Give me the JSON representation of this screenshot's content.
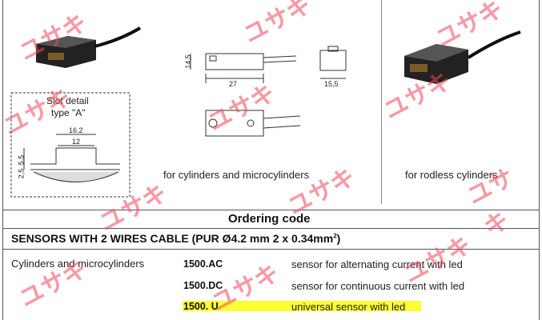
{
  "figure": {
    "slot_detail_label": "Slot detail\ntype \"A\"",
    "slot_detail_line1": "Slot detail",
    "slot_detail_line2": "type \"A\"",
    "dimensions": {
      "height_14_5": "14,5",
      "length_27": "27",
      "width_15_5": "15,5",
      "slot_16_2": "16.2",
      "slot_12": "12",
      "slot_5_5": "5,5",
      "slot_2_5": "2,5"
    },
    "caption_cylinders": "for cylinders and microcylinders",
    "caption_rodless": "for rodless cylinders"
  },
  "ordering": {
    "title": "Ordering code",
    "section_title": "SENSORS WITH 2 WIRES CABLE (PUR Ø4.2 mm 2 x 0.34mm",
    "section_title_sup": "2",
    "section_title_end": ")",
    "group_label": "Cylinders and microcylinders",
    "rows": [
      {
        "code": "1500.AC",
        "description": "sensor for alternating current with led",
        "highlighted": false
      },
      {
        "code": "1500.DC",
        "description": "sensor for continuous current with led",
        "highlighted": false
      },
      {
        "code": "1500. U",
        "description": "universal sensor with led",
        "highlighted": true
      }
    ]
  },
  "watermark": {
    "text": "ユサキ"
  },
  "colors": {
    "highlight": "#ffff33",
    "watermark": "#f0465a",
    "rule": "#555555"
  }
}
